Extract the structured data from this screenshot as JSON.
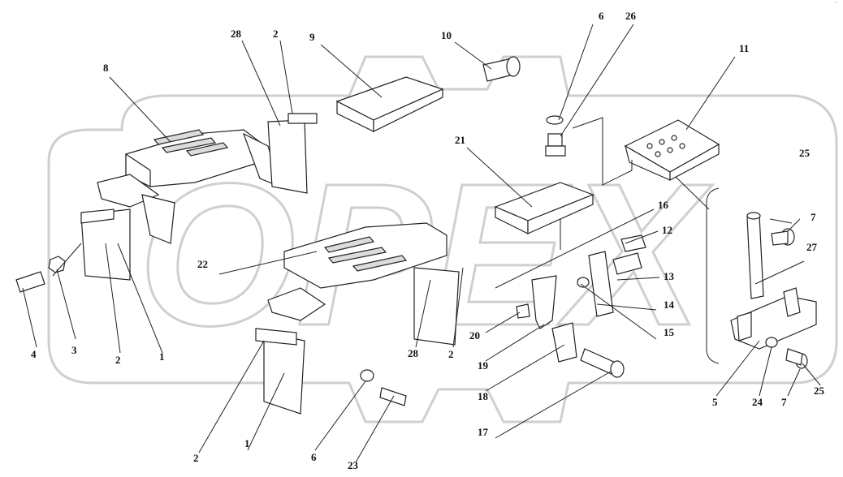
{
  "diagram": {
    "watermark": "OPEX",
    "corner_mark": "°",
    "callouts": [
      "28",
      "2",
      "9",
      "10",
      "6",
      "26",
      "11",
      "8",
      "21",
      "25",
      "7",
      "16",
      "12",
      "27",
      "13",
      "22",
      "14",
      "4",
      "3",
      "2",
      "1",
      "15",
      "20",
      "28",
      "2",
      "19",
      "18",
      "5",
      "24",
      "7",
      "25",
      "17",
      "2",
      "1",
      "6",
      "23"
    ]
  }
}
